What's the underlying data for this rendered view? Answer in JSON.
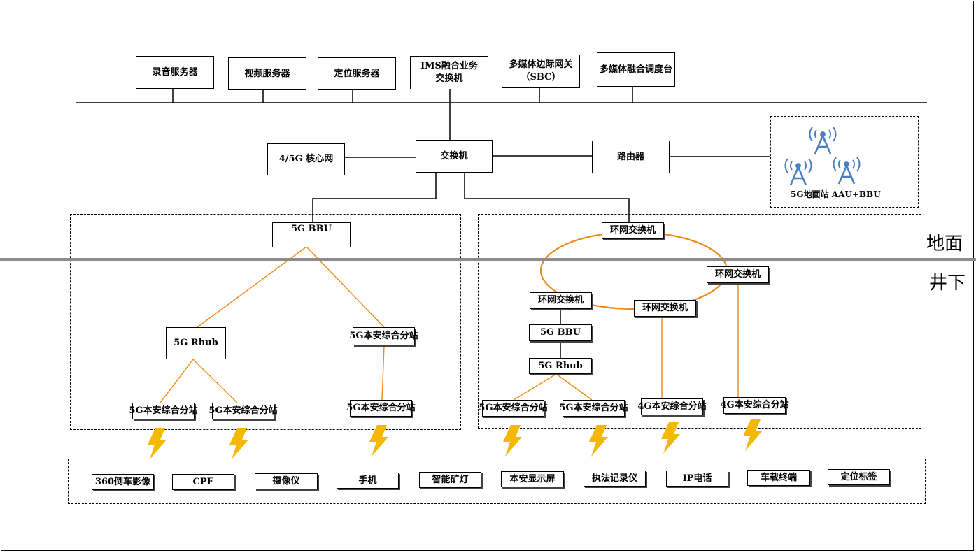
{
  "top_servers": {
    "recording": "录音服务器",
    "video": "视频服务器",
    "positioning": "定位服务器",
    "ims_line1": "IMS融合业务",
    "ims_line2": "交换机",
    "sbc_line1": "多媒体边际网关",
    "sbc_line2": "（SBC）",
    "dispatch": "多媒体融合调度台"
  },
  "core": {
    "core_network": "4/5G 核心网",
    "switch": "交换机",
    "router": "路由器"
  },
  "base_station": {
    "label": "5G地面站 AAU+BBU",
    "icon": "cell-tower-icon",
    "icon_color": "#4a7fc1"
  },
  "left_group": {
    "bbu": "5G BBU",
    "rhub": "5G Rhub",
    "sub_station_a": "5G本安综合分站",
    "leaf_1": "5G本安综合分站",
    "leaf_2": "5G本安综合分站",
    "leaf_3": "5G本安综合分站"
  },
  "right_group": {
    "ring_top": "环网交换机",
    "ring_right": "环网交换机",
    "ring_left": "环网交换机",
    "ring_mid": "环网交换机",
    "bbu": "5G BBU",
    "rhub": "5G Rhub",
    "leaf_1": "5G本安综合分站",
    "leaf_2": "5G本安综合分站",
    "leaf_3": "4G本安综合分站",
    "leaf_4": "4G本安综合分站"
  },
  "levels": {
    "above": "地面",
    "below": "井下"
  },
  "terminals": [
    "360倒车影像",
    "CPE",
    "摄像仪",
    "手机",
    "智能矿灯",
    "本安显示屏",
    "执法记录仪",
    "IP电话",
    "车载终端",
    "定位标签"
  ],
  "colors": {
    "link_orange": "#f08a1c",
    "divider_gray": "#8c8c8c",
    "bolt_yellow": "#f5b800"
  }
}
